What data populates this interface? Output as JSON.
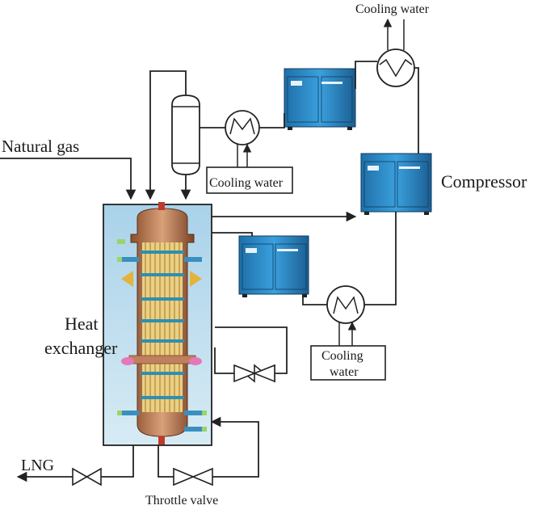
{
  "labels": {
    "natural_gas": "Natural gas",
    "cooling_water_top": "Cooling water",
    "cooling_water_mid": "Cooling water",
    "cooling_water_low_line1": "Cooling",
    "cooling_water_low_line2": "water",
    "compressor": "Compressor",
    "heat_exchanger_line1": "Heat",
    "heat_exchanger_line2": "exchanger",
    "lng": "LNG",
    "throttle_valve": "Throttle valve"
  },
  "colors": {
    "line": "#222222",
    "compressor_body": "#2b8fd0",
    "compressor_dark": "#1d5f94",
    "exchanger_bg": "#b9d9ea",
    "vessel_copper": "#c98a5a",
    "tube_gold": "#e5c26a",
    "tube_blue": "#2f8fb0"
  },
  "icons": [
    "compressor-icon",
    "heat-exchanger-icon",
    "cooler-icon",
    "separator-icon",
    "throttle-valve-icon",
    "arrow-icon"
  ]
}
